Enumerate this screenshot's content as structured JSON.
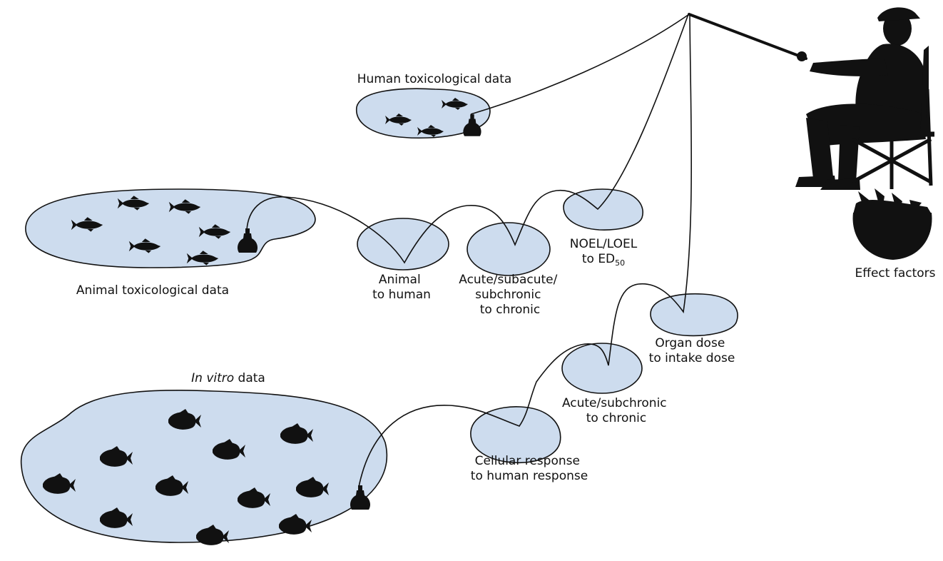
{
  "labels": {
    "human_pond": "Human toxicological data",
    "animal_pond": "Animal toxicological data",
    "invitro_pond_italic": "In vitro",
    "invitro_pond_rest": " data",
    "effect_factors": "Effect factors"
  },
  "steps": {
    "animal_to_human": [
      "Animal",
      "to human"
    ],
    "acute_subacute": [
      "Acute/subacute/",
      "subchronic",
      "to chronic"
    ],
    "noel_prefix": [
      "NOEL/LOEL",
      "to ED"
    ],
    "noel_subscript": "50",
    "organ_dose": [
      "Organ dose",
      "to intake dose"
    ],
    "acute_subchronic": [
      "Acute/subchronic",
      "to chronic"
    ],
    "cellular": [
      "Cellular response",
      "to human response"
    ]
  },
  "colors": {
    "pond_fill": "#cddcee",
    "ink": "#111111"
  },
  "icons": {
    "fish": "fish-icon",
    "bobber": "bobber-icon",
    "fisherman": "fisherman-silhouette-icon",
    "bucket": "fish-bucket-icon"
  }
}
